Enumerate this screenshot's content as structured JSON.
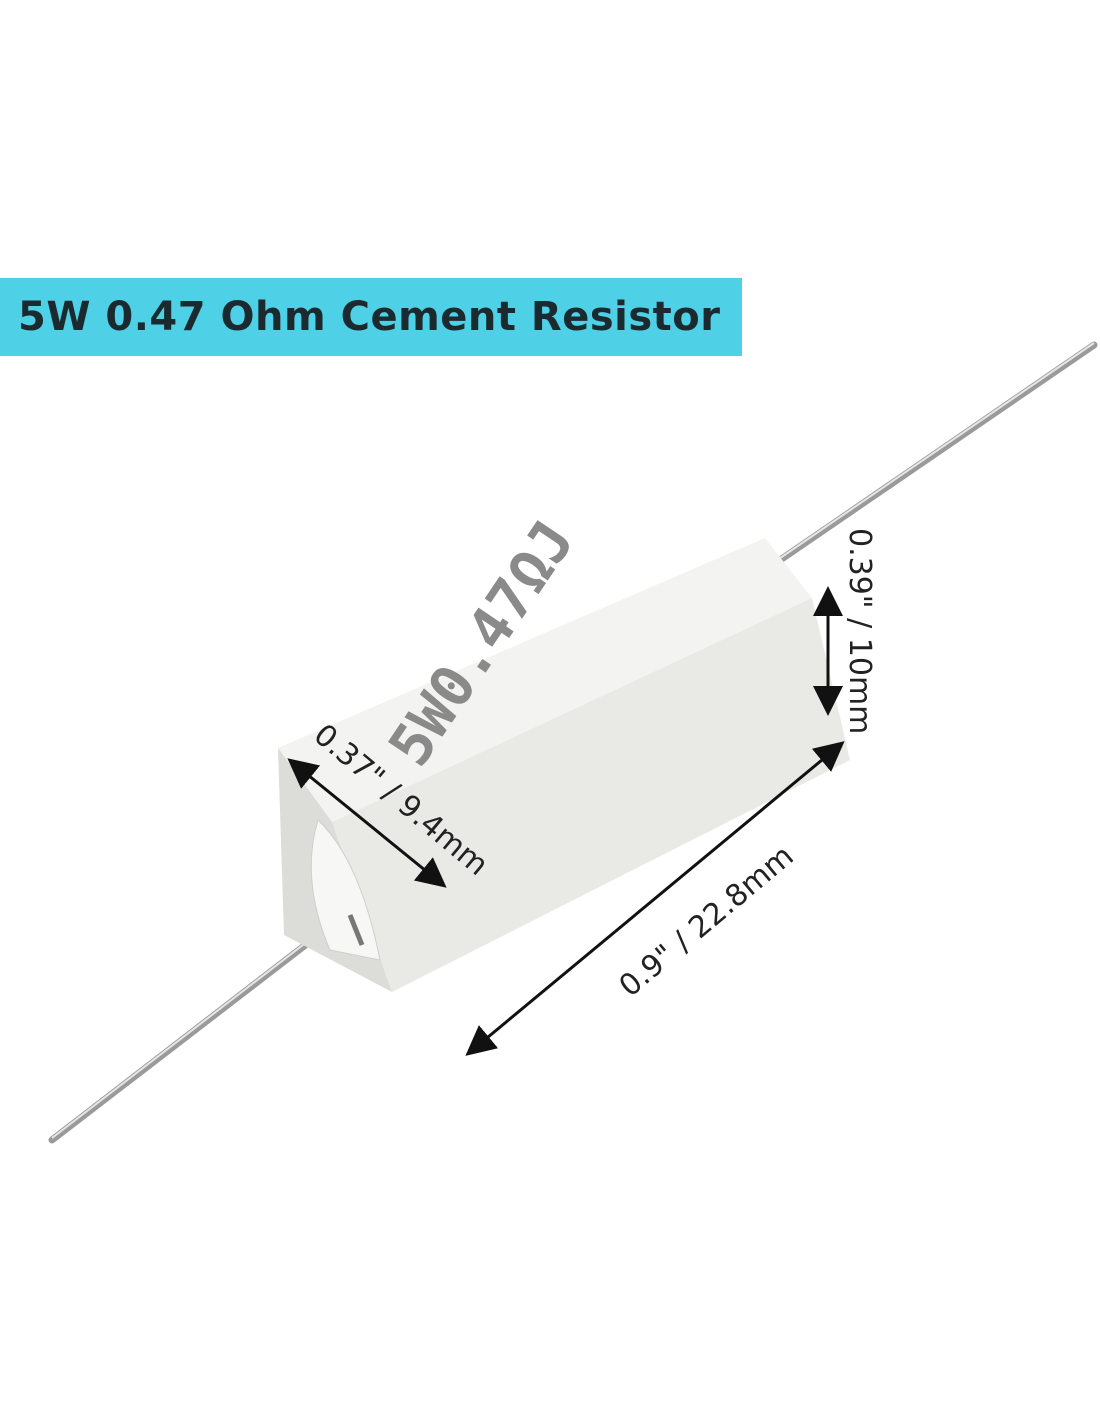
{
  "banner": {
    "title": "5W 0.47 Ohm Cement Resistor",
    "color": "#4ed0e6"
  },
  "resistor": {
    "marking": "5W0.47ΩJ"
  },
  "dimensions": {
    "height": "0.39\" / 10mm",
    "width": "0.37\" / 9.4mm",
    "length": "0.9\" / 22.8mm"
  }
}
